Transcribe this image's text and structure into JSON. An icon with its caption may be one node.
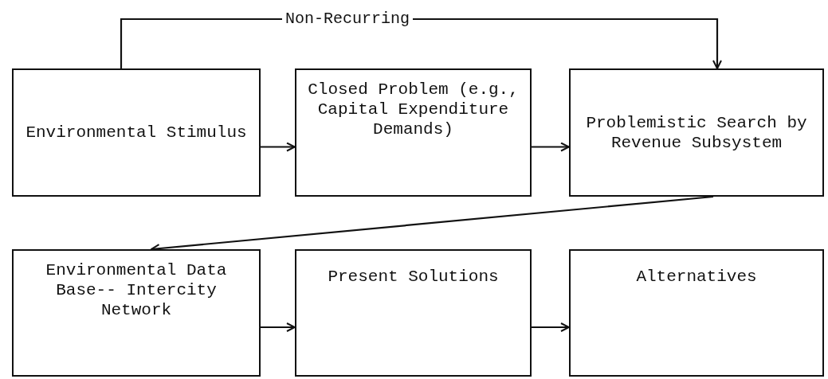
{
  "diagram": {
    "nodes": [
      {
        "text": [
          "Environmental Stimulus"
        ]
      },
      {
        "text": [
          "Closed Problem (e.g., Capital Expenditure Demands)"
        ]
      },
      {
        "text": [
          "Problemistic Search by Revenue Subsystem"
        ]
      },
      {
        "text": [
          "Environmental Data Base-- Intercity Network"
        ]
      },
      {
        "text": [
          "Present Solutions"
        ]
      },
      {
        "text": [
          "Alternatives"
        ]
      }
    ],
    "edges": [
      {
        "from": 0,
        "to": 2,
        "arrow": "to",
        "label": "Non-Recurring"
      },
      {
        "from": 0,
        "to": 1,
        "arrow": "to"
      },
      {
        "from": 1,
        "to": 2,
        "arrow": "to"
      },
      {
        "from": 2,
        "to": 3,
        "arrow": "to"
      },
      {
        "from": 3,
        "to": 4,
        "arrow": "to"
      },
      {
        "from": 4,
        "to": 5,
        "arrow": "to"
      }
    ]
  }
}
